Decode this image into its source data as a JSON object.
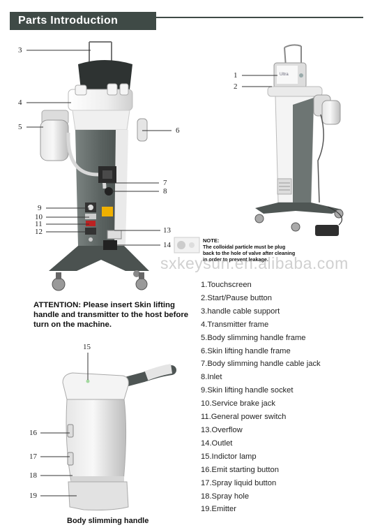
{
  "header": {
    "title": "Parts Introduction"
  },
  "callouts": {
    "left_machine": [
      "3",
      "4",
      "5",
      "6",
      "7",
      "8",
      "9",
      "10",
      "11",
      "12",
      "13",
      "14"
    ],
    "right_machine": [
      "1",
      "2"
    ],
    "handle": [
      "15",
      "16",
      "17",
      "18",
      "19"
    ]
  },
  "brand_mark": "Ultra",
  "parts": [
    "1.Touchscreen",
    "2.Start/Pause button",
    "3.handle cable support",
    "4.Transmitter frame",
    "5.Body slimming handle  frame",
    "6.Skin lifting handle frame",
    "7.Body slimming handle  cable jack",
    "8.Inlet",
    "9.Skin lifting handle socket",
    "10.Service brake jack",
    "11.General power switch",
    "13.Overflow",
    "14.Outlet",
    "15.Indictor lamp",
    "16.Emit starting button",
    "17.Spray liquid button",
    "18.Spray hole",
    "19.Emitter"
  ],
  "attention": "ATTENTION: Please insert Skin lifting handle and transmitter to the host before turn on the machine.",
  "note": {
    "title": "NOTE:",
    "body": "The colloidal particle must be plug back to the hole of valve after cleaning in order to prevent leakage."
  },
  "watermark": "sxkeysun.en.alibaba.com",
  "handle_caption": "Body slimming handle",
  "colors": {
    "header_bg": "#3f4a46",
    "machine_body": "#5f6765",
    "machine_white": "#f2f2f2"
  }
}
